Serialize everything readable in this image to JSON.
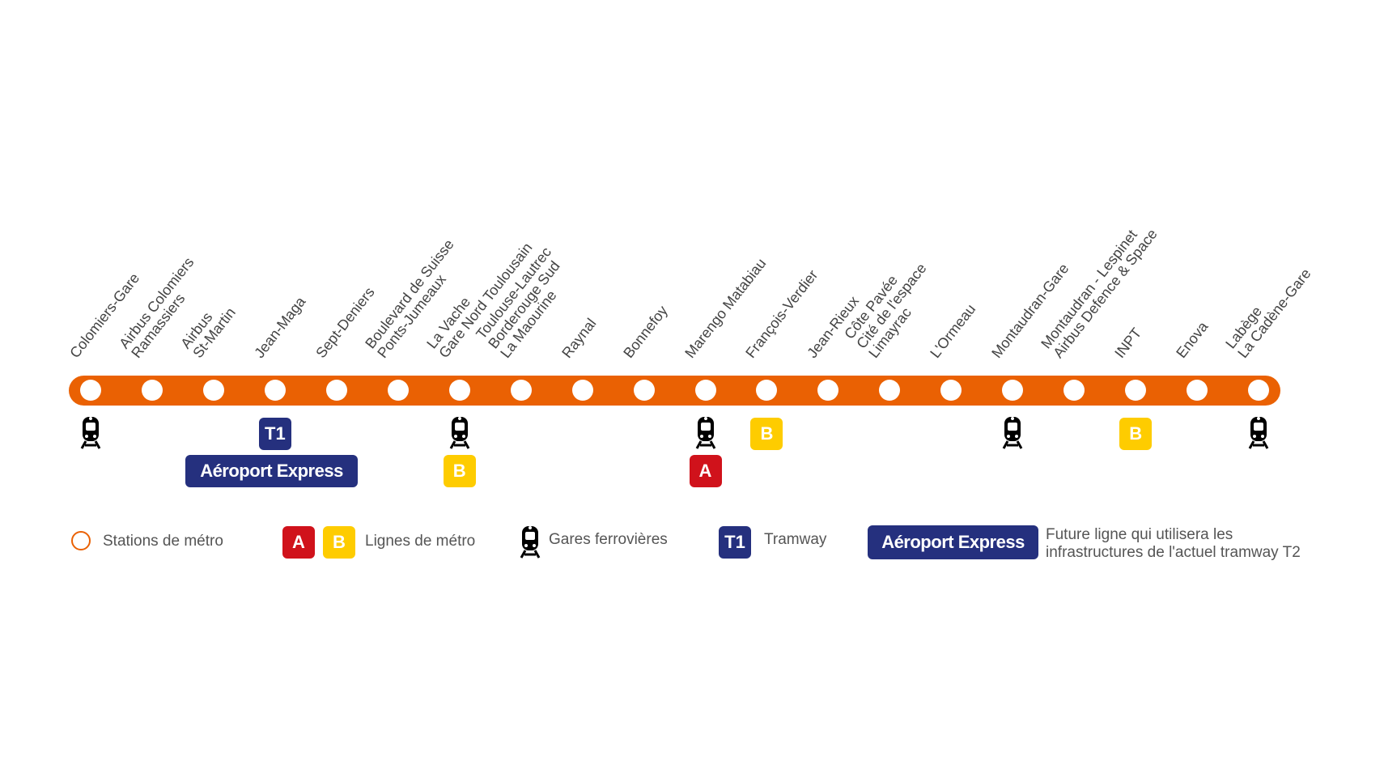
{
  "stations": [
    {
      "lines": [
        "Colomiers-Gare"
      ],
      "train": true
    },
    {
      "lines": [
        "Airbus Colomiers",
        "Ramassiers"
      ]
    },
    {
      "lines": [
        "Airbus",
        "St-Martin"
      ]
    },
    {
      "lines": [
        "Jean-Maga"
      ],
      "badges": [
        "T1"
      ]
    },
    {
      "lines": [
        "Sept-Deniers"
      ]
    },
    {
      "lines": [
        "Boulevard de Suisse",
        "Ponts-Jumeaux"
      ]
    },
    {
      "lines": [
        "La Vache",
        "Gare Nord Toulousain"
      ],
      "train": true,
      "badges2": [
        "B"
      ]
    },
    {
      "lines": [
        "Toulouse-Lautrec",
        "Borderouge Sud",
        "La Maourine"
      ]
    },
    {
      "lines": [
        "Raynal"
      ]
    },
    {
      "lines": [
        "Bonnefoy"
      ]
    },
    {
      "lines": [
        "Marengo Matabiau"
      ],
      "train": true,
      "badges2": [
        "A"
      ]
    },
    {
      "lines": [
        "François-Verdier"
      ],
      "badges": [
        "B"
      ]
    },
    {
      "lines": [
        "Jean-Rieux"
      ]
    },
    {
      "lines": [
        "Côte Pavée",
        "Cité de l'espace",
        "Limayrac"
      ]
    },
    {
      "lines": [
        "L'Ormeau"
      ]
    },
    {
      "lines": [
        "Montaudran-Gare"
      ],
      "train": true
    },
    {
      "lines": [
        "Montaudran - Lespinet",
        "Airbus Defence & Space"
      ]
    },
    {
      "lines": [
        "INPT"
      ],
      "badges": [
        "B"
      ]
    },
    {
      "lines": [
        "Enova"
      ]
    },
    {
      "lines": [
        "Labège",
        "La Cadène-Gare"
      ],
      "train": true
    }
  ],
  "aeroport_express": "Aéroport Express",
  "legend": {
    "stations": "Stations de métro",
    "badge_a": "A",
    "badge_b": "B",
    "lines": "Lignes de métro",
    "gares": "Gares ferrovières",
    "badge_t1": "T1",
    "tramway": "Tramway",
    "badge_ae": "Aéroport Express",
    "future_1": "Future ligne qui utilisera les",
    "future_2": "infrastructures de l'actuel tramway T2"
  },
  "colors": {
    "line": "#ea6103",
    "A": "#d0121b",
    "B": "#fecc00",
    "tram": "#25307e"
  }
}
